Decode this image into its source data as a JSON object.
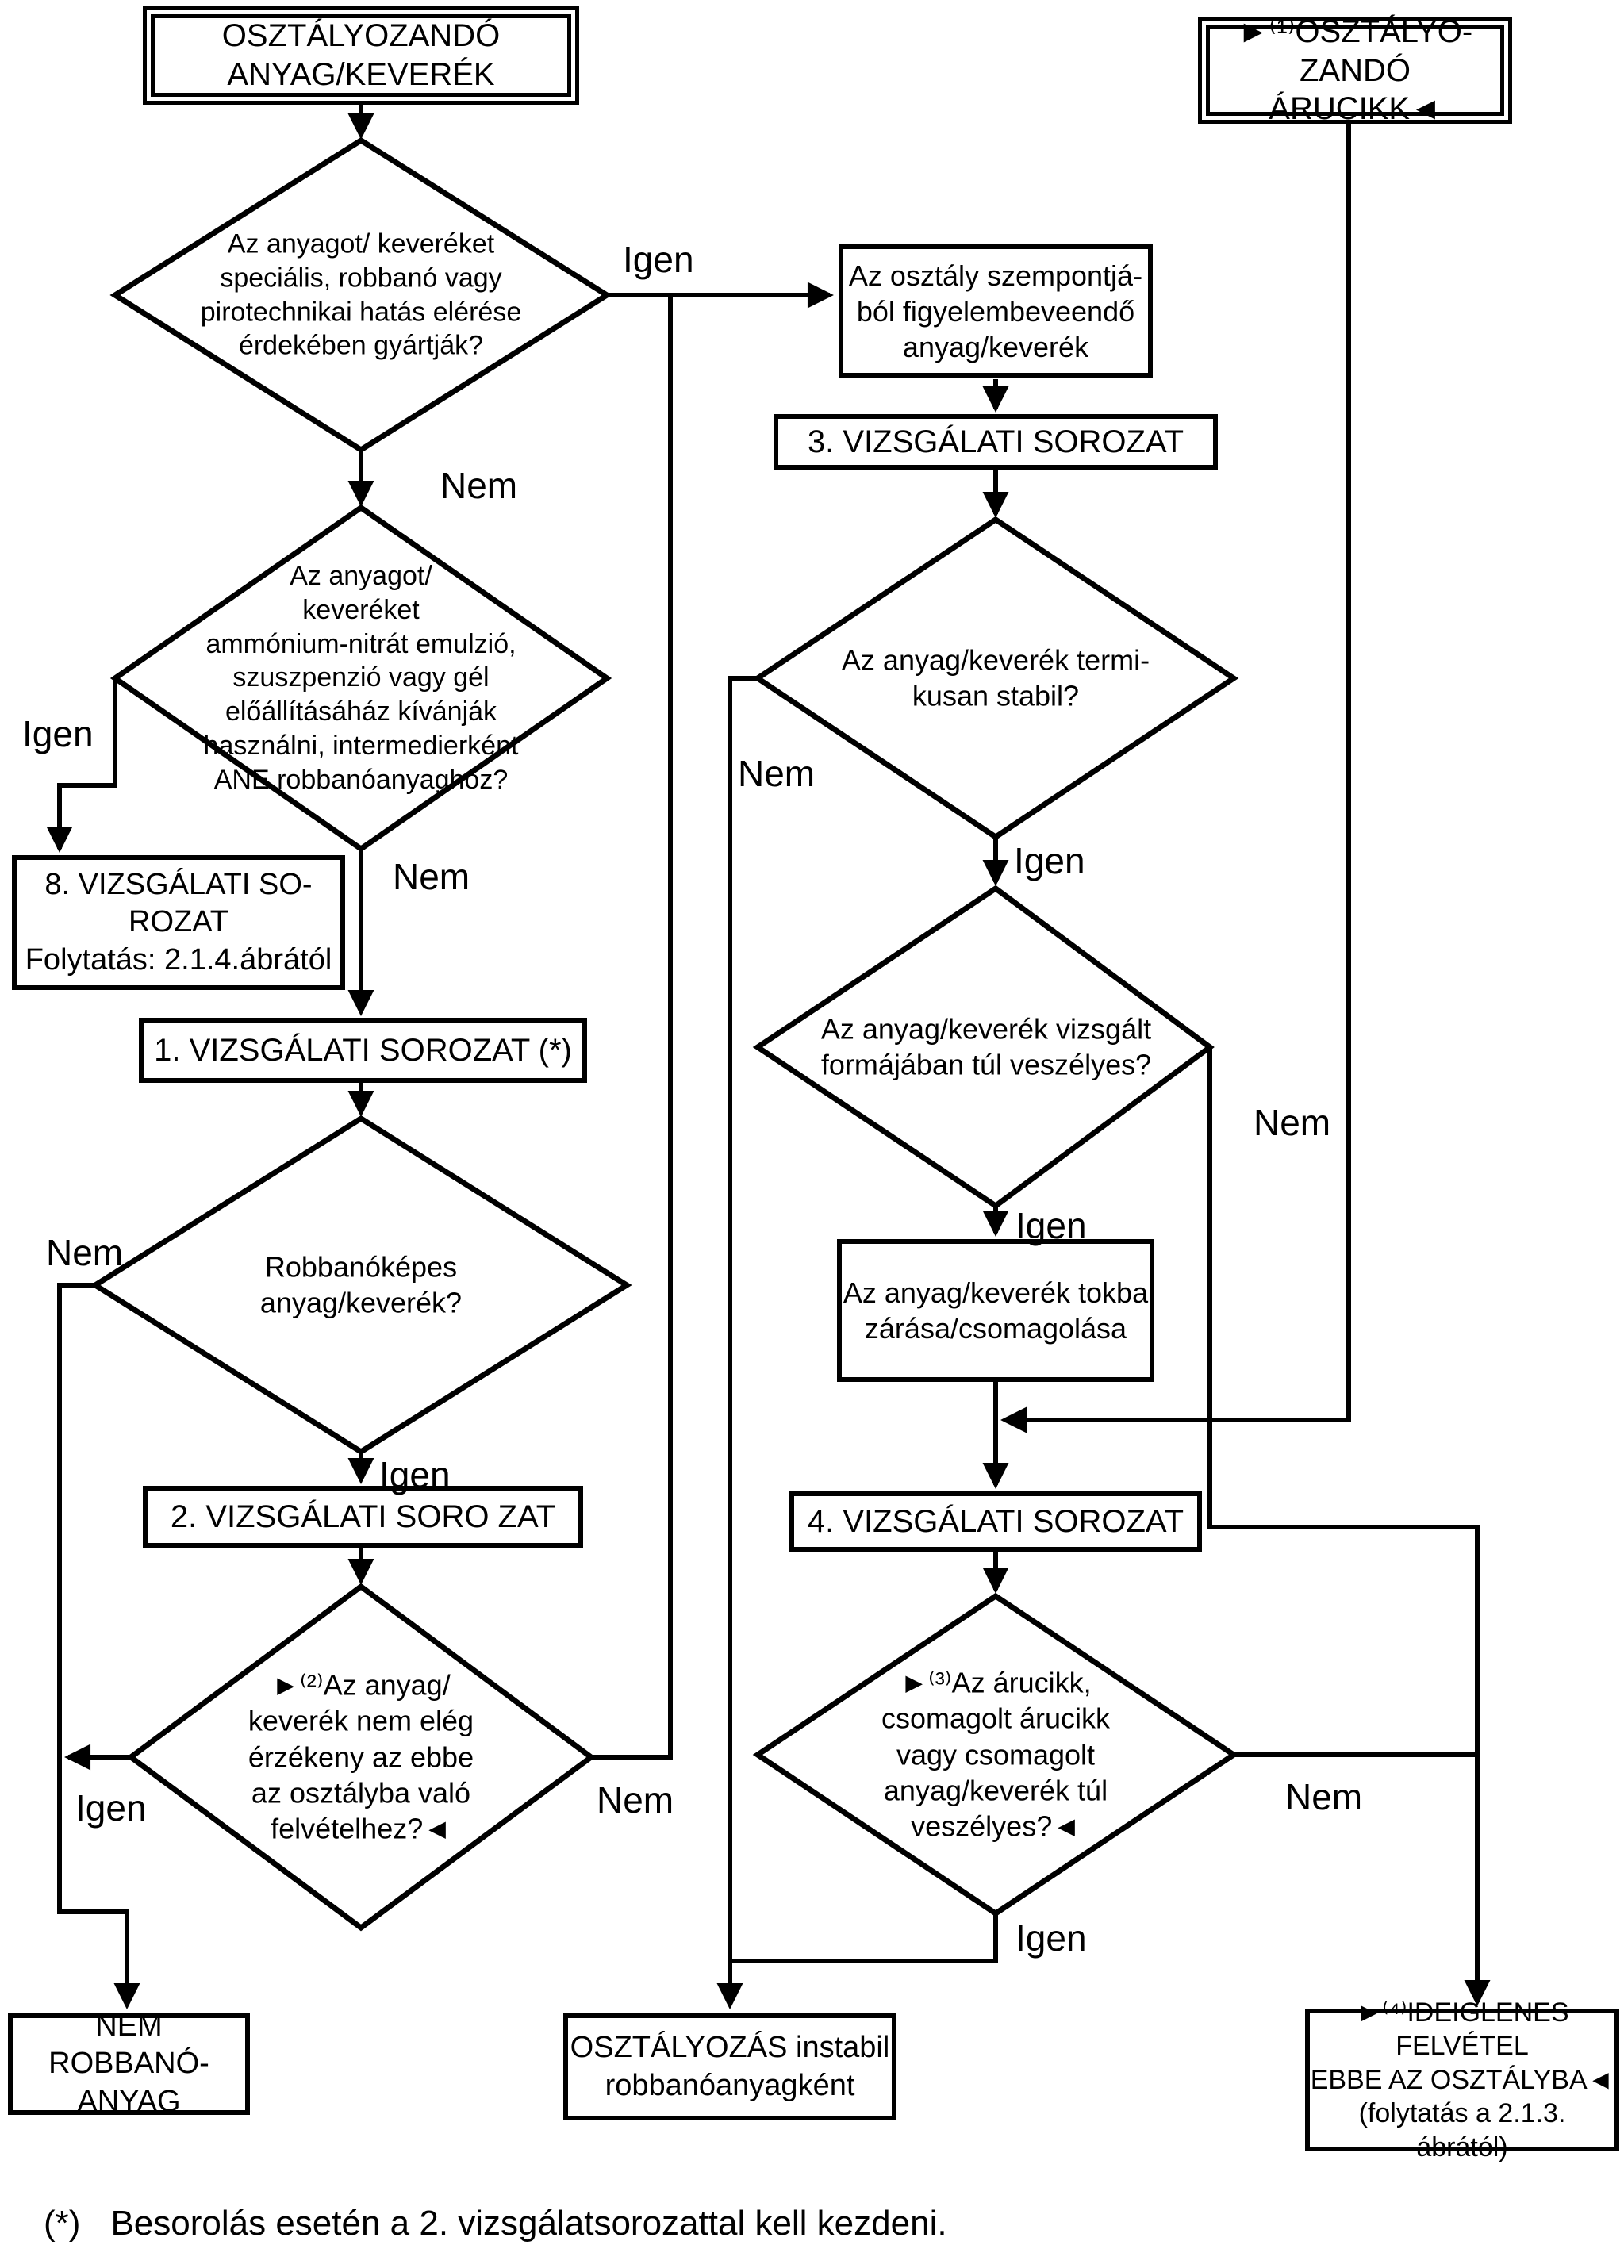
{
  "labels": {
    "yes": "Igen",
    "no": "Nem"
  },
  "colors": {
    "ink": "#000000",
    "background": "#ffffff"
  },
  "nodes": {
    "start_substance": {
      "lines": [
        "OSZTÁLYOZANDÓ",
        "ANYAG/KEVERÉK"
      ]
    },
    "start_article": {
      "lines": [
        "►⁽¹⁾OSZTÁLYO-",
        "ZANDÓ ÁRUCIKK◄"
      ]
    },
    "d_special": {
      "lines": [
        "Az anyagot/ keveréket",
        "speciális, robbanó vagy",
        "pirotechnikai hatás elérése",
        "érdekében gyártják?"
      ]
    },
    "b_considered": {
      "lines": [
        "Az osztály szempontjá-",
        "ból figyelembeveendő",
        "anyag/keverék"
      ]
    },
    "b_series3": {
      "label": "3. VIZSGÁLATI SOROZAT"
    },
    "d_ane": {
      "lines": [
        "Az anyagot/",
        "keveréket",
        "ammónium-nitrát emulzió,",
        "szuszpenzió vagy gél",
        "előállításáház kívánják",
        "használni, intermedierként",
        "ANE robbanóanyaghoz?"
      ]
    },
    "b_series8": {
      "lines": [
        "8. VIZSGÁLATI SO-",
        "ROZAT",
        "Folytatás: 2.1.4.ábrától"
      ]
    },
    "b_series1": {
      "label": "1. VIZSGÁLATI SOROZAT (*)"
    },
    "d_explosive": {
      "lines": [
        "Robbanóképes",
        "anyag/keverék?"
      ]
    },
    "b_series2": {
      "label": "2. VIZSGÁLATI SORO ZAT"
    },
    "d_insensitive": {
      "lines": [
        "►⁽²⁾Az anyag/",
        "keverék nem elég",
        "érzékeny az ebbe",
        "az osztályba való",
        "felvételhez?◄"
      ]
    },
    "b_not_explosive": {
      "lines": [
        "NEM ROBBANÓ-",
        "ANYAG"
      ]
    },
    "d_thermal": {
      "lines": [
        "Az anyag/keverék termi-",
        "kusan stabil?"
      ]
    },
    "d_dangerous_form": {
      "lines": [
        "Az anyag/keverék vizsgált",
        "formájában túl veszélyes?"
      ]
    },
    "b_encapsulate": {
      "lines": [
        "Az anyag/keverék tokba",
        "zárása/csomagolása"
      ]
    },
    "b_series4": {
      "label": "4. VIZSGÁLATI SOROZAT"
    },
    "d_article_dangerous": {
      "lines": [
        "►⁽³⁾Az árucikk,",
        "csomagolt árucikk",
        "vagy csomagolt",
        "anyag/keverék túl",
        "veszélyes?◄"
      ]
    },
    "b_unstable": {
      "lines": [
        "OSZTÁLYOZÁS instabil",
        "robbanóanyagként"
      ]
    },
    "b_provisional": {
      "lines": [
        "►⁽⁴⁾IDEIGLENES FELVÉTEL",
        "EBBE AZ OSZTÁLYBA◄",
        "(folytatás a 2.1.3. ábrától)"
      ]
    }
  },
  "footnote": {
    "marker": "(*)",
    "text": "Besorolás esetén a 2. vizsgálatsorozattal kell kezdeni."
  }
}
